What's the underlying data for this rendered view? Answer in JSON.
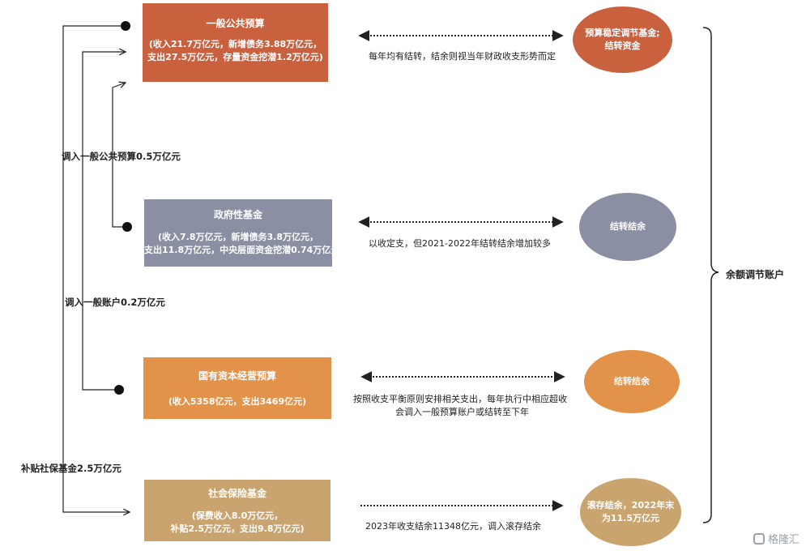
{
  "boxes": {
    "general": {
      "title": "一般公共预算",
      "line1": "(收入21.7万亿元，新增债务3.88万亿元，",
      "line2": "支出27.5万亿元，存量资金挖潜1.2万亿元)",
      "color": "#c9613f"
    },
    "fund": {
      "title": "政府性基金",
      "line1": "(收入7.8万亿元，新增债务3.8万亿元，",
      "line2": "支出11.8万亿元，中央层面资金挖潜0.74万亿元)",
      "color": "#8a8fa3"
    },
    "state_capital": {
      "title": "国有资本经营预算",
      "line1": "(收入5358亿元，支出3469亿元)",
      "color": "#e39249"
    },
    "social": {
      "title": "社会保险基金",
      "line1": "(保费收入8.0万亿元，",
      "line2": "补贴2.5万亿元，支出9.8万亿元)",
      "color": "#c9a46f"
    }
  },
  "ovals": {
    "general": {
      "line1": "预算稳定调节基金;",
      "line2": "结转资金",
      "color": "#c9613f"
    },
    "fund": {
      "line1": "结转结余",
      "color": "#8a8fa3"
    },
    "state_capital": {
      "line1": "结转结余",
      "color": "#e39249"
    },
    "social": {
      "line1": "滚存结余，2022年末",
      "line2": "为11.5万亿元",
      "color": "#c9a46f"
    }
  },
  "captions": {
    "general": "每年均有结转，结余则视当年财政收支形势而定",
    "fund": "以收定支，但2021-2022年结转结余增加较多",
    "state_capital_1": "按照收支平衡原则安排相关支出，每年执行中相应超收",
    "state_capital_2": "会调入一般预算账户或结转至下年",
    "social": "2023年收支结余11348亿元，调入滚存结余"
  },
  "side_labels": {
    "transfer_general": "调入一般公共预算0.5万亿元",
    "transfer_account": "调入一般账户0.2万亿元",
    "subsidy": "补贴社保基金2.5万亿元"
  },
  "right_label": "余额调节账户",
  "watermark": "格隆汇"
}
